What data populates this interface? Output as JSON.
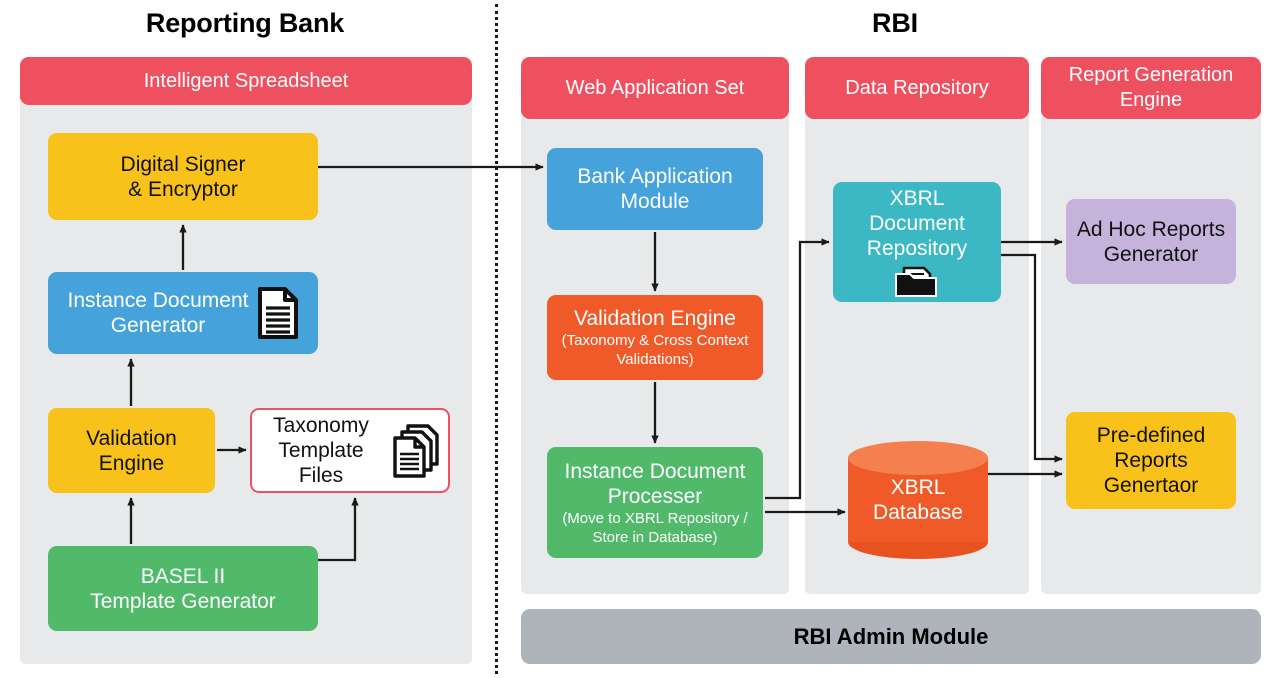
{
  "diagram": {
    "sections": [
      {
        "id": "reporting-bank",
        "title": "Reporting Bank"
      },
      {
        "id": "rbi",
        "title": "RBI"
      }
    ],
    "colors": {
      "banner_red": "#EF5060",
      "panel_grey": "#E7E9EA",
      "yellow": "#F9C21A",
      "blue": "#46A2DA",
      "green": "#51B96A",
      "orange": "#F05A28",
      "teal": "#3BB8C3",
      "purple": "#C5B3DC",
      "admin_grey": "#AEB4BA",
      "arrow": "#1A1A1A"
    },
    "columns": [
      {
        "id": "intelligent-spreadsheet",
        "banner": "Intelligent Spreadsheet"
      },
      {
        "id": "web-application-set",
        "banner": "Web Application Set"
      },
      {
        "id": "data-repository",
        "banner": "Data Repository"
      },
      {
        "id": "report-generation-engine",
        "banner": "Report Generation Engine"
      }
    ],
    "nodes": {
      "digital_signer": {
        "title": "Digital Signer\n& Encryptor",
        "line1": "Digital Signer",
        "line2": "& Encryptor"
      },
      "instance_doc_generator": {
        "line1": "Instance Document",
        "line2": "Generator",
        "icon": "document-icon"
      },
      "validation_engine_bank": {
        "line1": "Validation",
        "line2": "Engine"
      },
      "taxonomy_template_files": {
        "line1": "Taxonomy",
        "line2": "Template Files",
        "icon": "documents-stack-icon"
      },
      "basel_template_generator": {
        "line1": "BASEL II",
        "line2": "Template Generator"
      },
      "bank_application_module": {
        "line1": "Bank Application",
        "line2": "Module"
      },
      "validation_engine_rbi": {
        "title": "Validation Engine",
        "subtitle": "(Taxonomy & Cross Context\nValidations)",
        "sub1": "(Taxonomy & Cross Context",
        "sub2": "Validations)"
      },
      "instance_doc_processer": {
        "line1": "Instance Document",
        "line2": "Processer",
        "sub1": "(Move to XBRL Repository /",
        "sub2": "Store in Database)"
      },
      "xbrl_document_repository": {
        "line1": "XBRL Document",
        "line2": "Repository",
        "icon": "folder-document-icon"
      },
      "xbrl_database": {
        "line1": "XBRL",
        "line2": "Database",
        "shape": "cylinder"
      },
      "ad_hoc_reports_generator": {
        "line1": "Ad Hoc Reports",
        "line2": "Generator"
      },
      "predefined_reports_generator": {
        "line1": "Pre-defined",
        "line2": "Reports",
        "line3": "Genertaor"
      },
      "rbi_admin_module": {
        "title": "RBI Admin Module"
      }
    },
    "edges": [
      {
        "from": "digital_signer",
        "to": "bank_application_module",
        "label": ""
      },
      {
        "from": "instance_doc_generator",
        "to": "digital_signer",
        "label": ""
      },
      {
        "from": "validation_engine_bank",
        "to": "instance_doc_generator",
        "label": ""
      },
      {
        "from": "validation_engine_bank",
        "to": "taxonomy_template_files",
        "label": ""
      },
      {
        "from": "basel_template_generator",
        "to": "validation_engine_bank",
        "label": ""
      },
      {
        "from": "basel_template_generator",
        "to": "taxonomy_template_files",
        "label": ""
      },
      {
        "from": "bank_application_module",
        "to": "validation_engine_rbi",
        "label": ""
      },
      {
        "from": "validation_engine_rbi",
        "to": "instance_doc_processer",
        "label": ""
      },
      {
        "from": "instance_doc_processer",
        "to": "xbrl_document_repository",
        "label": ""
      },
      {
        "from": "instance_doc_processer",
        "to": "xbrl_database",
        "label": ""
      },
      {
        "from": "xbrl_document_repository",
        "to": "ad_hoc_reports_generator",
        "label": ""
      },
      {
        "from": "xbrl_document_repository",
        "to": "predefined_reports_generator",
        "label": ""
      },
      {
        "from": "xbrl_database",
        "to": "predefined_reports_generator",
        "label": ""
      }
    ]
  }
}
